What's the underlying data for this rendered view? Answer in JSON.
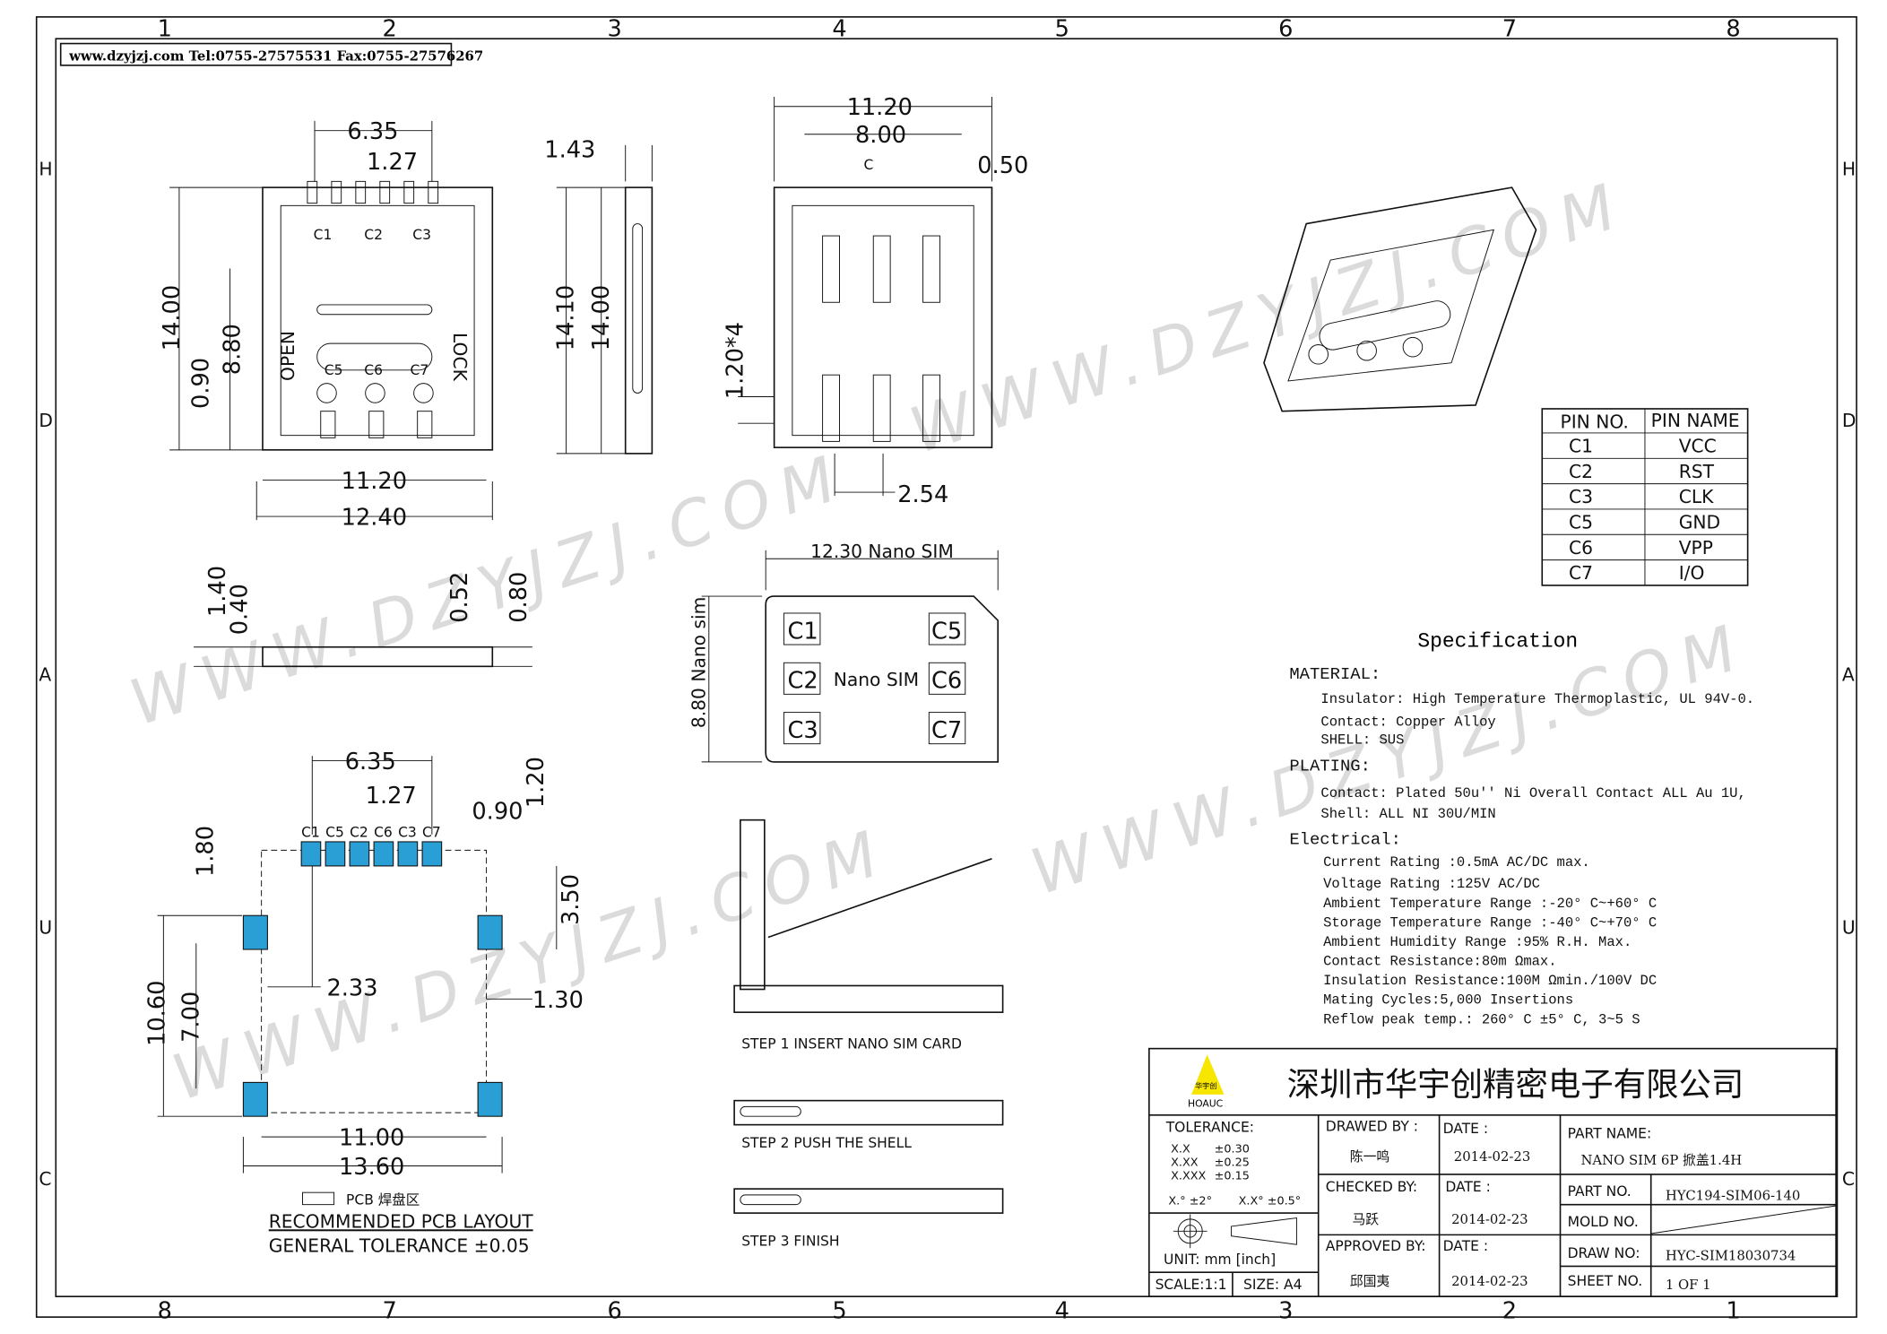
{
  "header_strip": "www.dzyjzj.com  Tel:0755-27575531  Fax:0755-27576267",
  "border": {
    "cols_top": [
      "1",
      "2",
      "3",
      "4",
      "5",
      "6",
      "7",
      "8"
    ],
    "cols_bottom": [
      "8",
      "7",
      "6",
      "5",
      "4",
      "3",
      "2",
      "1"
    ],
    "rows": [
      "H",
      "D",
      "A",
      "U",
      "C"
    ]
  },
  "top_view": {
    "dims": [
      "6.35",
      "1.27",
      "14.00",
      "8.80",
      "0.90",
      "11.20",
      "12.40"
    ],
    "pins_top": [
      "C1",
      "C2",
      "C3"
    ],
    "pins_bottom": [
      "C5",
      "C6",
      "C7"
    ],
    "open": "OPEN",
    "lock": "LOCK"
  },
  "side_view": {
    "dims": [
      "1.43",
      "14.10",
      "14.00"
    ]
  },
  "bottom_view": {
    "dims": [
      "11.20",
      "8.00",
      "0.50",
      "1.20*4",
      "2.54"
    ],
    "c_label": "C"
  },
  "thin_side_view": {
    "dims": [
      "1.40",
      "0.40",
      "0.52",
      "0.80"
    ]
  },
  "nano_sim": {
    "width_label": "12.30 Nano SIM",
    "height_label": "8.80 Nano sim",
    "center_label": "Nano SIM",
    "pins": [
      "C1",
      "C2",
      "C3",
      "C5",
      "C6",
      "C7"
    ]
  },
  "pcb_layout": {
    "dims": [
      "6.35",
      "1.27",
      "0.90",
      "1.20",
      "1.80",
      "3.50",
      "2.33",
      "1.30",
      "10.60",
      "7.00",
      "11.00",
      "13.60"
    ],
    "pads": [
      "C1",
      "C5",
      "C2",
      "C6",
      "C3",
      "C7"
    ],
    "legend": "PCB 焊盘区",
    "title": "RECOMMENDED PCB LAYOUT",
    "tolerance": "GENERAL TOLERANCE ±0.05"
  },
  "steps": [
    "STEP 1 INSERT NANO SIM CARD",
    "STEP 2 PUSH THE SHELL",
    "STEP 3 FINISH"
  ],
  "pin_table": {
    "headers": [
      "PIN NO.",
      "PIN NAME"
    ],
    "rows": [
      [
        "C1",
        "VCC"
      ],
      [
        "C2",
        "RST"
      ],
      [
        "C3",
        "CLK"
      ],
      [
        "C5",
        "GND"
      ],
      [
        "C6",
        "VPP"
      ],
      [
        "C7",
        "I/O"
      ]
    ]
  },
  "specification": {
    "title": "Specification",
    "sections": [
      {
        "heading": "MATERIAL:",
        "lines": [
          "Insulator: High Temperature Thermoplastic, UL 94V-0.",
          "Contact: Copper Alloy",
          "SHELL: SUS"
        ]
      },
      {
        "heading": "PLATING:",
        "lines": [
          "Contact: Plated 50u'' Ni Overall Contact ALL Au 1U,",
          "Shell: ALL NI 30U/MIN"
        ]
      },
      {
        "heading": "Electrical:",
        "lines": [
          "Current Rating :0.5mA AC/DC max.",
          "Voltage Rating :125V AC/DC",
          "Ambient Temperature Range :-20° C~+60° C",
          "Storage Temperature Range :-40° C~+70° C",
          "Ambient Humidity Range :95% R.H. Max.",
          "Contact Resistance:80m Ωmax.",
          "Insulation Resistance:100M Ωmin./100V DC",
          "Mating Cycles:5,000 Insertions",
          "Reflow peak temp.: 260° C ±5° C, 3~5 S"
        ]
      }
    ]
  },
  "title_block": {
    "company": "深圳市华宇创精密电子有限公司",
    "logo_text": "华宇创",
    "logo_brand": "HOAUC",
    "tolerance_label": "TOLERANCE:",
    "tolerances": [
      [
        "X.X",
        "±0.30"
      ],
      [
        "X.XX",
        "±0.25"
      ],
      [
        "X.XXX",
        "±0.15"
      ]
    ],
    "angle_tol": [
      "X.° ±2°",
      "X.X° ±0.5°"
    ],
    "unit": "UNIT:  mm  [inch]",
    "scale": "SCALE:1:1",
    "size": "SIZE: A4",
    "drawed_by_label": "DRAWED BY :",
    "drawed_by": "陈一鸣",
    "checked_by_label": "CHECKED BY:",
    "checked_by": "马跃",
    "approved_by_label": "APPROVED BY:",
    "approved_by": "邱国夷",
    "date_label": "DATE :",
    "dates": [
      "2014-02-23",
      "2014-02-23",
      "2014-02-23"
    ],
    "part_name_label": "PART NAME:",
    "part_name": "NANO SIM 6P 掀盖1.4H",
    "part_no_label": "PART NO.",
    "part_no": "HYC194-SIM06-140",
    "mold_no_label": "MOLD NO.",
    "draw_no_label": "DRAW NO:",
    "draw_no": "HYC-SIM18030734",
    "sheet_no_label": "SHEET NO.",
    "sheet_no": "1 OF 1"
  },
  "watermark": "WWW.DZYJZJ.COM"
}
